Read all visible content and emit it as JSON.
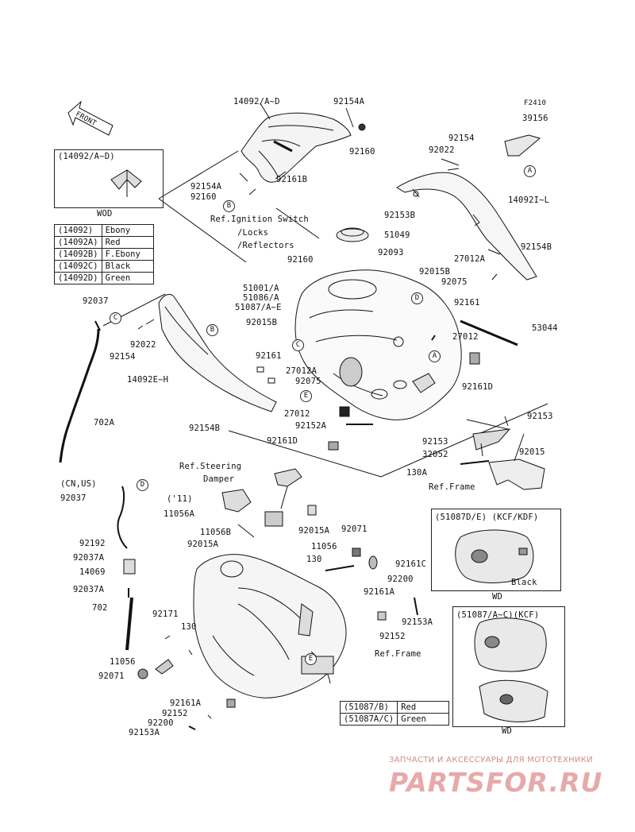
{
  "figure_code": "F2410",
  "front_label": "FRONT",
  "callouts": {
    "A": "A",
    "B": "B",
    "C": "C",
    "D": "D",
    "E": "E"
  },
  "parts": {
    "p14092_AD": "14092/A~D",
    "p92154A_top": "92154A",
    "p92160_top": "92160",
    "p92161B": "92161B",
    "p92154A_mid": "92154A",
    "p92160_mid": "92160",
    "p39156": "39156",
    "p92154_r": "92154",
    "p92022_r": "92022",
    "p14092IL": "14092I~L",
    "ref_ignition": "Ref.Ignition Switch",
    "ref_locks": "/Locks",
    "ref_reflectors": "/Reflectors",
    "p92153B": "92153B",
    "p51049": "51049",
    "p92160_c": "92160",
    "p92093": "92093",
    "p27012A_r": "27012A",
    "p92154B_r": "92154B",
    "p92015B_r": "92015B",
    "p51001A": "51001/A",
    "p51086A": "51086/A",
    "p51087AE": "51087/A~E",
    "p92075_r": "92075",
    "p92161_r": "92161",
    "p92037_l": "92037",
    "p92015B_l": "92015B",
    "p53044": "53044",
    "p27012_r": "27012",
    "p92022_l": "92022",
    "p92154_l": "92154",
    "p92161_c": "92161",
    "p27012A_c": "27012A",
    "p14092EH": "14092E~H",
    "p92075_c": "92075",
    "p92161D_r": "92161D",
    "p92154B_l": "92154B",
    "p27012_c": "27012",
    "p92152A": "92152A",
    "p92153_r1": "92153",
    "p702A": "702A",
    "p92161D_c": "92161D",
    "p92153_r2": "92153",
    "p32052": "32052",
    "p92015_r": "92015",
    "ref_steering": "Ref.Steering",
    "ref_damper": "Damper",
    "p130A": "130A",
    "ref_frame_top": "Ref.Frame",
    "cn_us": "(CN,US)",
    "p92037_cn": "92037",
    "y11": "('11)",
    "p11056A": "11056A",
    "p11056B": "11056B",
    "p92015A_c": "92015A",
    "p92071_c": "92071",
    "p92015A_l": "92015A",
    "p92192": "92192",
    "p11056_c": "11056",
    "p92161C": "92161C",
    "p92037A_1": "92037A",
    "p130_c": "130",
    "p14069": "14069",
    "p92200_c": "92200",
    "p92037A_2": "92037A",
    "p92161A_c": "92161A",
    "p702": "702",
    "p92153A_c": "92153A",
    "p92152_c": "92152",
    "p92171": "92171",
    "p130_l": "130",
    "ref_frame_bot": "Ref.Frame",
    "p11056_l": "11056",
    "p92071_l": "92071",
    "p92161A_b": "92161A",
    "p92152_b": "92152",
    "p92200_b": "92200",
    "p92153A_b": "92153A"
  },
  "inset_wod": {
    "title": "(14092/A~D)",
    "caption": "WOD"
  },
  "color_table_14092": [
    {
      "code": "(14092)",
      "color": "Ebony"
    },
    {
      "code": "(14092A)",
      "color": "Red"
    },
    {
      "code": "(14092B)",
      "color": "F.Ebony"
    },
    {
      "code": "(14092C)",
      "color": "Black"
    },
    {
      "code": "(14092D)",
      "color": "Green"
    }
  ],
  "inset_kcf_kdf": {
    "title": "(51087D/E) (KCF/KDF)",
    "color": "Black",
    "caption": "WD"
  },
  "inset_kcf": {
    "title": "(51087/A~C)(KCF)",
    "caption": "WD"
  },
  "color_table_51087": [
    {
      "code": "(51087/B)",
      "color": "Red"
    },
    {
      "code": "(51087A/C)",
      "color": "Green"
    }
  ],
  "watermark": {
    "line1": "ЗАПЧАСТИ И АКСЕССУАРЫ ДЛЯ МОТОТЕХНИКИ",
    "line2": "PARTSFOR.RU"
  }
}
